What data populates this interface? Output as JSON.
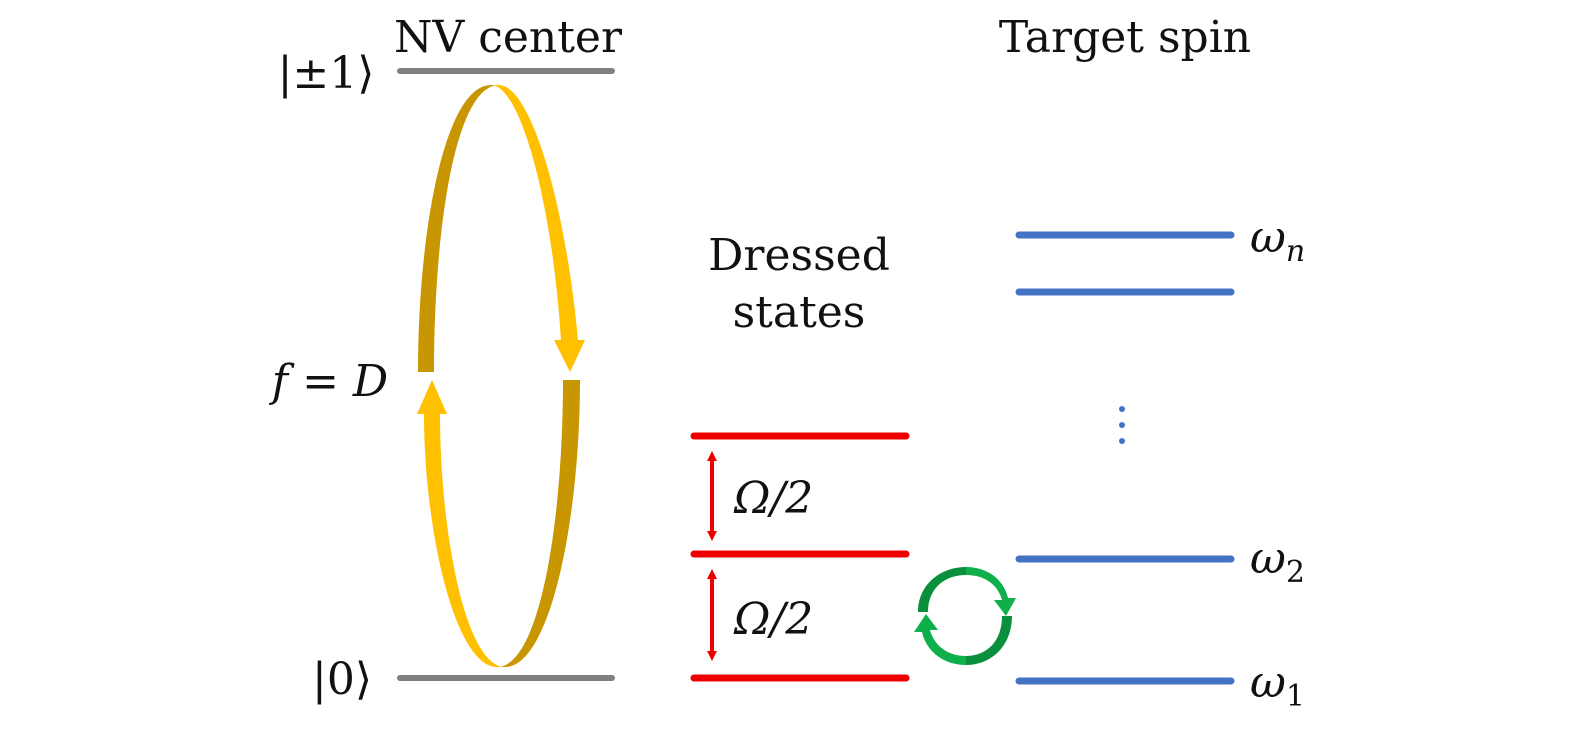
{
  "nv_center": {
    "title": "NV center",
    "upper_level_label": "|±1⟩",
    "lower_level_label": "|0⟩",
    "drive_label": "f = D",
    "level_color": "#808080",
    "arrow_color_light": "#FFC000",
    "arrow_color_dark": "#C89600"
  },
  "dressed_states": {
    "title_line1": "Dressed",
    "title_line2": "states",
    "gap_labels": [
      "Ω/2",
      "Ω/2"
    ],
    "level_color": "#EE0000",
    "arrow_color": "#EE0000"
  },
  "target_spin": {
    "title": "Target spin",
    "levels": [
      {
        "symbol": "ω",
        "subscript": "n"
      },
      {
        "symbol": "ω",
        "subscript": "2"
      },
      {
        "symbol": "ω",
        "subscript": "1"
      }
    ],
    "ellipsis": "⋮",
    "level_color": "#4472C4"
  },
  "exchange_arrows": {
    "color_light": "#0FB04C",
    "color_dark": "#0A8F3C"
  }
}
